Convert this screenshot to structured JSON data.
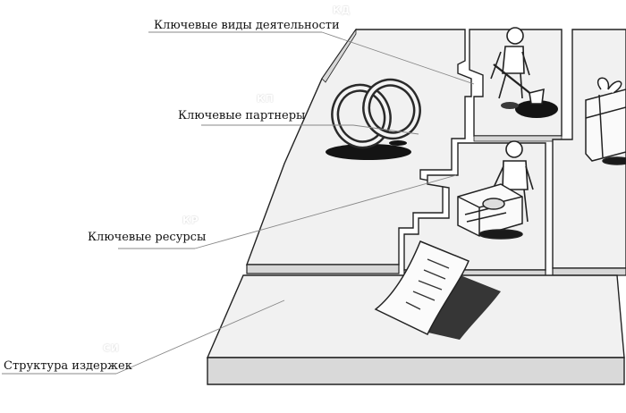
{
  "labels": {
    "key_activities": {
      "text": "Ключевые виды деятельности",
      "code": "КД"
    },
    "key_partners": {
      "text": "Ключевые партнеры",
      "code": "КП"
    },
    "key_resources": {
      "text": "Ключевые ресурсы",
      "code": "КР"
    },
    "cost_structure": {
      "text": "Структура издержек",
      "code": "СИ"
    }
  },
  "colors": {
    "board_top": "#efefef",
    "board_side": "#d9d9d9",
    "outline": "#222222",
    "leader": "#777777",
    "ink": "#111111"
  }
}
